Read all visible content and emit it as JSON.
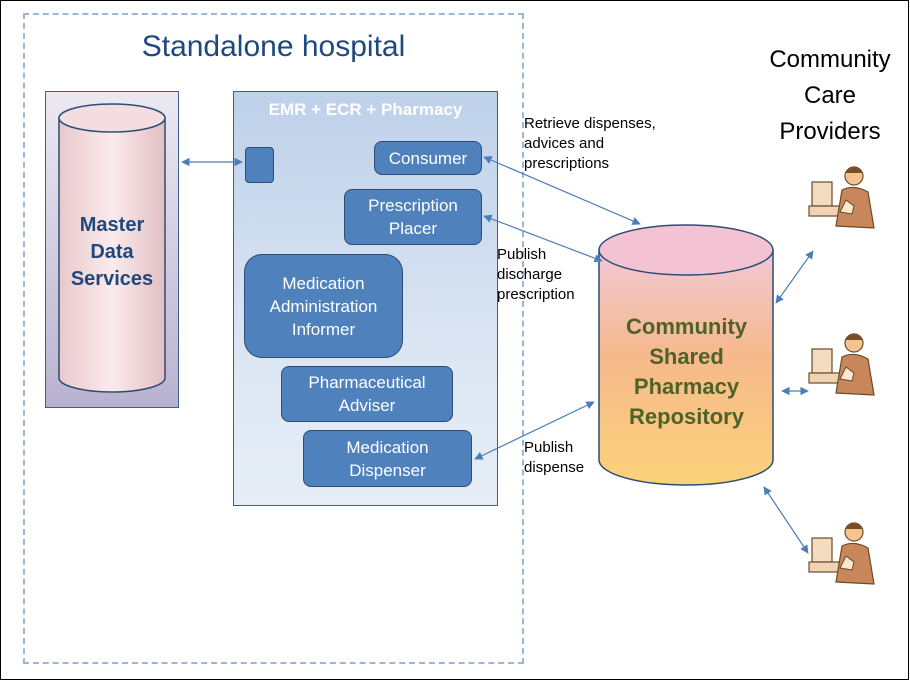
{
  "hospital": {
    "title": "Standalone hospital",
    "master_data": "Master\nData\nServices",
    "emr": {
      "title": "EMR + ECR + Pharmacy",
      "boxes": [
        "Consumer",
        "Prescription\nPlacer",
        "Medication\nAdministration\nInformer",
        "Pharmaceutical\nAdviser",
        "Medication\nDispenser"
      ]
    }
  },
  "flows": {
    "retrieve": "Retrieve dispenses,\nadvices and\nprescriptions",
    "publish_discharge": "Publish\ndischarge\nprescription",
    "publish_dispense": "Publish\ndispense"
  },
  "repository": {
    "label": "Community\nShared\nPharmacy\nRepository"
  },
  "community": {
    "title": "Community\nCare\nProviders",
    "providers": [
      "person-at-computer-icon",
      "person-at-computer-icon",
      "person-at-computer-icon"
    ]
  },
  "colors": {
    "box_fill": "#4f81bd",
    "box_border": "#2c4d75",
    "title_blue": "#1f497d",
    "repo_text": "#4f6228",
    "dashed_border": "#9ab7d9",
    "arrow": "#4a7ebb"
  }
}
